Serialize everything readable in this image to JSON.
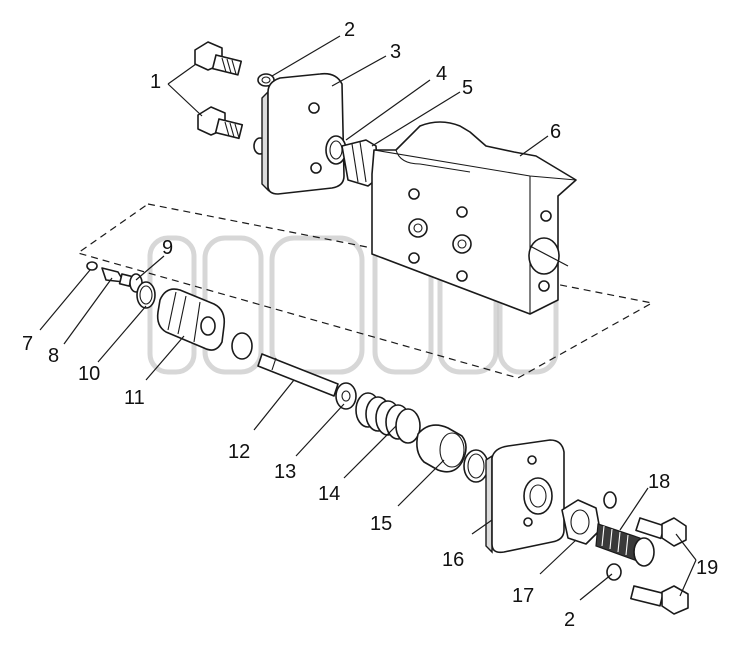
{
  "callouts": [
    {
      "id": "1",
      "label": "1"
    },
    {
      "id": "2a",
      "label": "2"
    },
    {
      "id": "3",
      "label": "3"
    },
    {
      "id": "4",
      "label": "4"
    },
    {
      "id": "5",
      "label": "5"
    },
    {
      "id": "6",
      "label": "6"
    },
    {
      "id": "7",
      "label": "7"
    },
    {
      "id": "8",
      "label": "8"
    },
    {
      "id": "9",
      "label": "9"
    },
    {
      "id": "10",
      "label": "10"
    },
    {
      "id": "11",
      "label": "11"
    },
    {
      "id": "12",
      "label": "12"
    },
    {
      "id": "13",
      "label": "13"
    },
    {
      "id": "14",
      "label": "14"
    },
    {
      "id": "15",
      "label": "15"
    },
    {
      "id": "16",
      "label": "16"
    },
    {
      "id": "17",
      "label": "17"
    },
    {
      "id": "18",
      "label": "18"
    },
    {
      "id": "19",
      "label": "19"
    },
    {
      "id": "2b",
      "label": "2"
    }
  ]
}
